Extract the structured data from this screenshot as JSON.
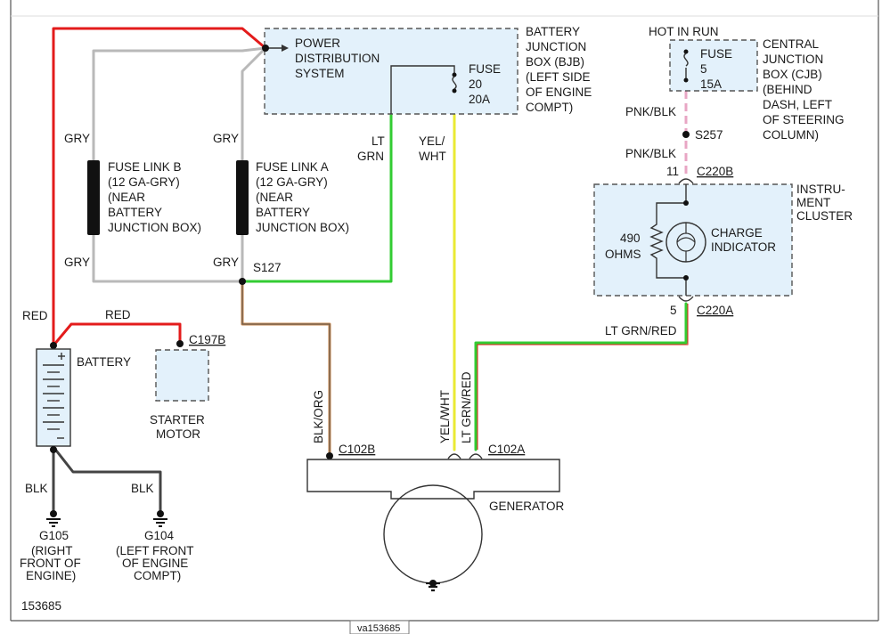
{
  "colors": {
    "red": "#e31b1b",
    "gray": "#b9b9b9",
    "green": "#33cc33",
    "yellow": "#eaea33",
    "pink": "#e8a6c4",
    "orange_brown": "#c9864a",
    "black": "#444444",
    "box_fill": "#e3f1fb"
  },
  "pdc": {
    "line1": "POWER",
    "line2": "DISTRIBUTION",
    "line3": "SYSTEM"
  },
  "bjb_label": [
    "BATTERY",
    "JUNCTION",
    "BOX (BJB)",
    "(LEFT SIDE",
    "OF ENGINE",
    "COMPT)"
  ],
  "fuse20": {
    "line1": "FUSE",
    "line2": "20",
    "line3": "20A"
  },
  "hot_in_run": "HOT IN RUN",
  "fuse5": {
    "line1": "FUSE",
    "line2": "5",
    "line3": "15A"
  },
  "cjb_label": [
    "CENTRAL",
    "JUNCTION",
    "BOX (CJB)",
    "(BEHIND",
    "DASH, LEFT",
    "OF STEERING",
    "COLUMN)"
  ],
  "fuse_link_b": [
    "FUSE LINK B",
    "(12 GA-GRY)",
    "(NEAR",
    "BATTERY",
    "JUNCTION BOX)"
  ],
  "fuse_link_a": [
    "FUSE LINK A",
    "(12 GA-GRY)",
    "(NEAR",
    "BATTERY",
    "JUNCTION BOX)"
  ],
  "wires": {
    "gry_b_top": "GRY",
    "gry_a_top": "GRY",
    "gry_b_bottom": "GRY",
    "gry_a_bottom": "GRY",
    "lt_grn": [
      "LT",
      "GRN"
    ],
    "yel_wht_top": [
      "YEL/",
      "WHT"
    ],
    "pnk_blk_1": "PNK/BLK",
    "pnk_blk_2": "PNK/BLK",
    "red_left": "RED",
    "red_mid": "RED",
    "blk_org": "BLK/ORG",
    "yel_wht_vert": "YEL/WHT",
    "lt_grn_red_vert": "LT GRN/RED",
    "lt_grn_red_horiz": "LT GRN/RED",
    "blk_1": "BLK",
    "blk_2": "BLK"
  },
  "splices": {
    "s127": "S127",
    "s257": "S257"
  },
  "connectors": {
    "c220b": "C220B",
    "c220b_pin": "11",
    "c220a": "C220A",
    "c220a_pin": "5",
    "c197b": "C197B",
    "c102b": "C102B",
    "c102a": "C102A"
  },
  "cluster": {
    "label": [
      "INSTRU-",
      "MENT",
      "CLUSTER"
    ],
    "resistor": [
      "490",
      "OHMS"
    ],
    "indicator": [
      "CHARGE",
      "INDICATOR"
    ]
  },
  "battery": "BATTERY",
  "starter": [
    "STARTER",
    "MOTOR"
  ],
  "generator": "GENERATOR",
  "grounds": {
    "g105": [
      "G105",
      "(RIGHT",
      "FRONT OF",
      "ENGINE)"
    ],
    "g104": [
      "G104",
      "(LEFT FRONT",
      "OF ENGINE",
      "COMPT)"
    ]
  },
  "figure_id": "153685",
  "footer_tab": "va153685"
}
